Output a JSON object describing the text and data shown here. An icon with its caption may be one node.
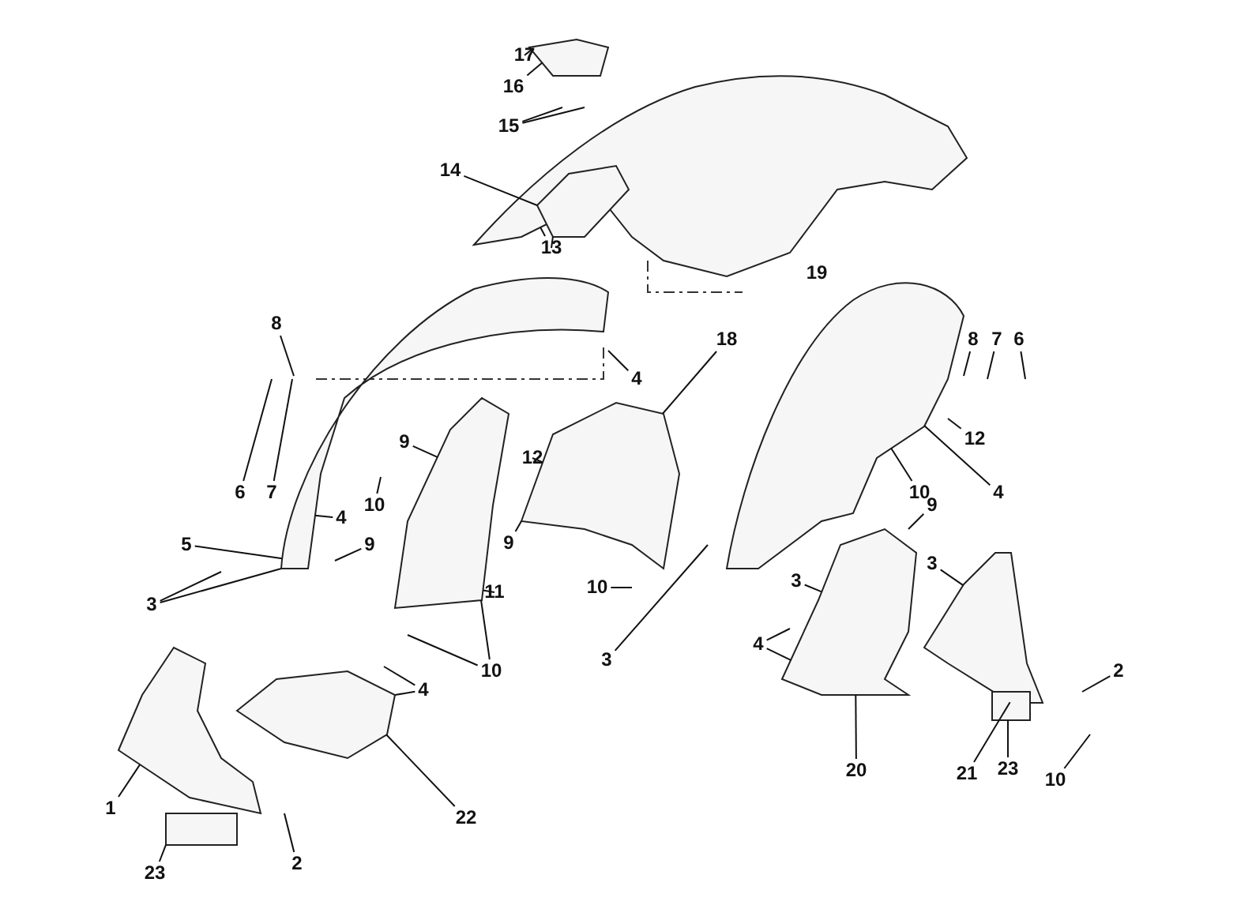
{
  "diagram": {
    "nodes": [
      {
        "text": [
          "17"
        ]
      },
      {
        "text": [
          "16"
        ]
      },
      {
        "text": [
          "15"
        ]
      },
      {
        "text": [
          "14"
        ]
      },
      {
        "text": [
          "13"
        ]
      },
      {
        "text": [
          "19"
        ]
      },
      {
        "text": [
          "8"
        ]
      },
      {
        "text": [
          "18"
        ]
      },
      {
        "text": [
          "6"
        ]
      },
      {
        "text": [
          "7"
        ]
      },
      {
        "text": [
          "8"
        ]
      },
      {
        "text": [
          "4"
        ]
      },
      {
        "text": [
          "12"
        ]
      },
      {
        "text": [
          "9"
        ]
      },
      {
        "text": [
          "12"
        ]
      },
      {
        "text": [
          "10"
        ]
      },
      {
        "text": [
          "6"
        ]
      },
      {
        "text": [
          "7"
        ]
      },
      {
        "text": [
          "4"
        ]
      },
      {
        "text": [
          "10"
        ]
      },
      {
        "text": [
          "9"
        ]
      },
      {
        "text": [
          "9"
        ]
      },
      {
        "text": [
          "4"
        ]
      },
      {
        "text": [
          "5"
        ]
      },
      {
        "text": [
          "9"
        ]
      },
      {
        "text": [
          "3"
        ]
      },
      {
        "text": [
          "3"
        ]
      },
      {
        "text": [
          "10"
        ]
      },
      {
        "text": [
          "11"
        ]
      },
      {
        "text": [
          "3"
        ]
      },
      {
        "text": [
          "4"
        ]
      },
      {
        "text": [
          "3"
        ]
      },
      {
        "text": [
          "10"
        ]
      },
      {
        "text": [
          "2"
        ]
      },
      {
        "text": [
          "4"
        ]
      },
      {
        "text": [
          "23"
        ]
      },
      {
        "text": [
          "20"
        ]
      },
      {
        "text": [
          "21"
        ]
      },
      {
        "text": [
          "10"
        ]
      },
      {
        "text": [
          "1"
        ]
      },
      {
        "text": [
          "22"
        ]
      },
      {
        "text": [
          "23"
        ]
      },
      {
        "text": [
          "2"
        ]
      },
      {
        "text": [],
        "shape": "picture"
      },
      {
        "text": [],
        "shape": "picture"
      },
      {
        "text": [],
        "shape": "picture"
      },
      {
        "text": [],
        "shape": "picture"
      },
      {
        "text": [],
        "shape": "picture"
      },
      {
        "text": [],
        "shape": "picture"
      },
      {
        "text": [],
        "shape": "picture"
      },
      {
        "text": [],
        "shape": "picture"
      },
      {
        "text": [],
        "shape": "picture"
      },
      {
        "text": [],
        "shape": "picture"
      },
      {
        "text": [],
        "shape": "picture",
        "in": 43
      },
      {
        "text": [],
        "shape": "box"
      },
      {
        "text": [],
        "shape": "box"
      }
    ],
    "edges": [
      {
        "from": 0,
        "to": 52,
        "arrow": "none"
      },
      {
        "from": 1,
        "to": 52,
        "arrow": "none"
      },
      {
        "from": 2,
        "to": null,
        "arrow": "none"
      },
      {
        "from": 2,
        "to": null,
        "arrow": "none"
      },
      {
        "from": 3,
        "to": 53,
        "arrow": "none"
      },
      {
        "from": 4,
        "to": 43,
        "arrow": "none"
      },
      {
        "from": 4,
        "to": 53,
        "arrow": "none"
      },
      {
        "from": 6,
        "to": null,
        "arrow": "none"
      },
      {
        "from": 7,
        "to": 47,
        "arrow": "none"
      },
      {
        "from": 8,
        "to": null,
        "arrow": "none"
      },
      {
        "from": 9,
        "to": null,
        "arrow": "none"
      },
      {
        "from": 10,
        "to": null,
        "arrow": "none"
      },
      {
        "from": 11,
        "to": null,
        "arrow": "none"
      },
      {
        "from": 12,
        "to": 47,
        "arrow": "none"
      },
      {
        "from": 13,
        "to": 46,
        "arrow": "none"
      },
      {
        "from": 14,
        "to": null,
        "arrow": "none"
      },
      {
        "from": 15,
        "to": 45,
        "arrow": "none"
      },
      {
        "from": 16,
        "to": null,
        "arrow": "none"
      },
      {
        "from": 17,
        "to": null,
        "arrow": "none"
      },
      {
        "from": 18,
        "to": 45,
        "arrow": "none"
      },
      {
        "from": 19,
        "to": null,
        "arrow": "none"
      },
      {
        "from": 20,
        "to": 47,
        "arrow": "none"
      },
      {
        "from": 21,
        "to": null,
        "arrow": "none"
      },
      {
        "from": 22,
        "to": 44,
        "arrow": "none"
      },
      {
        "from": 23,
        "to": 44,
        "arrow": "none"
      },
      {
        "from": 24,
        "to": null,
        "arrow": "none"
      },
      {
        "from": 25,
        "to": 51,
        "arrow": "none"
      },
      {
        "from": 26,
        "to": 50,
        "arrow": "none"
      },
      {
        "from": 27,
        "to": null,
        "arrow": "none"
      },
      {
        "from": 28,
        "to": 46,
        "arrow": "none"
      },
      {
        "from": 29,
        "to": null,
        "arrow": "none"
      },
      {
        "from": 29,
        "to": 44,
        "arrow": "none"
      },
      {
        "from": 30,
        "to": null,
        "arrow": "none"
      },
      {
        "from": 30,
        "to": 50,
        "arrow": "none"
      },
      {
        "from": 31,
        "to": null,
        "arrow": "none"
      },
      {
        "from": 32,
        "to": 46,
        "arrow": "none"
      },
      {
        "from": 32,
        "to": null,
        "arrow": "none"
      },
      {
        "from": 33,
        "to": null,
        "arrow": "none"
      },
      {
        "from": 34,
        "to": null,
        "arrow": "none"
      },
      {
        "from": 34,
        "to": 49,
        "arrow": "none"
      },
      {
        "from": 35,
        "to": 55,
        "arrow": "none"
      },
      {
        "from": 36,
        "to": 50,
        "arrow": "none"
      },
      {
        "from": 37,
        "to": 51,
        "arrow": "none"
      },
      {
        "from": 38,
        "to": null,
        "arrow": "none"
      },
      {
        "from": 39,
        "to": 48,
        "arrow": "none"
      },
      {
        "from": 40,
        "to": 49,
        "arrow": "none"
      },
      {
        "from": 41,
        "to": 54,
        "arrow": "none"
      },
      {
        "from": 42,
        "to": null,
        "arrow": "none"
      }
    ]
  }
}
